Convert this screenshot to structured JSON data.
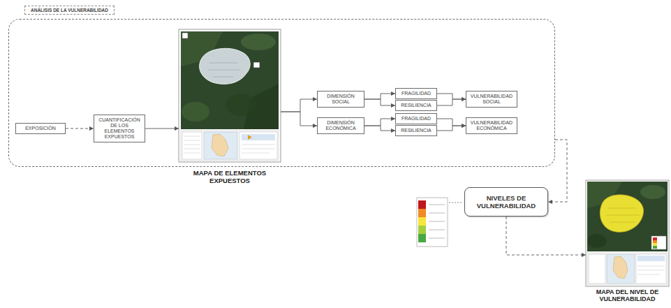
{
  "diagram": {
    "nodes": [
      {
        "text": [
          "ANÁLISIS DE LA VULNERABILIDAD"
        ]
      },
      {
        "text": [
          "EXPOSICIÓN"
        ],
        "in": 0
      },
      {
        "text": [
          "CUANTIFICACIÓN DE LOS ELEMENTOS EXPUESTOS"
        ],
        "in": 0
      },
      {
        "text": [
          "MAPA DE ELEMENTOS EXPUESTOS"
        ],
        "in": 0
      },
      {
        "text": [
          "DIMENSIÓN SOCIAL"
        ],
        "in": 0
      },
      {
        "text": [
          "FRAGILIDAD"
        ],
        "in": 0
      },
      {
        "text": [
          "RESILIENCIA"
        ],
        "in": 0
      },
      {
        "text": [
          "VULNERABILIDAD SOCIAL"
        ],
        "in": 0
      },
      {
        "text": [
          "DIMENSIÓN ECONÓMICA"
        ],
        "in": 0
      },
      {
        "text": [
          "FRAGILIDAD"
        ],
        "in": 0
      },
      {
        "text": [
          "RESILIENCIA"
        ],
        "in": 0
      },
      {
        "text": [
          "VULNERABILIDAD ECONÓMICA"
        ],
        "in": 0
      },
      {
        "text": [
          "NIVELES DE VULNERABILIDAD"
        ]
      },
      {
        "text": [
          "MAPA DEL NIVEL DE VULNERABILIDAD"
        ]
      }
    ],
    "edges": [
      {
        "from": 1,
        "to": 2,
        "arrow": "to"
      },
      {
        "from": 2,
        "to": 3,
        "arrow": "to"
      },
      {
        "from": 3,
        "to": 4,
        "arrow": "to"
      },
      {
        "from": 3,
        "to": 8,
        "arrow": "to"
      },
      {
        "from": 4,
        "to": 5,
        "arrow": "to"
      },
      {
        "from": 4,
        "to": 6,
        "arrow": "to"
      },
      {
        "from": 5,
        "to": 7,
        "arrow": "to"
      },
      {
        "from": 6,
        "to": 7,
        "arrow": "to"
      },
      {
        "from": 8,
        "to": 9,
        "arrow": "to"
      },
      {
        "from": 8,
        "to": 10,
        "arrow": "to"
      },
      {
        "from": 9,
        "to": 11,
        "arrow": "to"
      },
      {
        "from": 10,
        "to": 11,
        "arrow": "to"
      },
      {
        "from": 0,
        "to": 12,
        "arrow": "to"
      },
      {
        "from": 12,
        "to": 13,
        "arrow": "to"
      }
    ]
  }
}
